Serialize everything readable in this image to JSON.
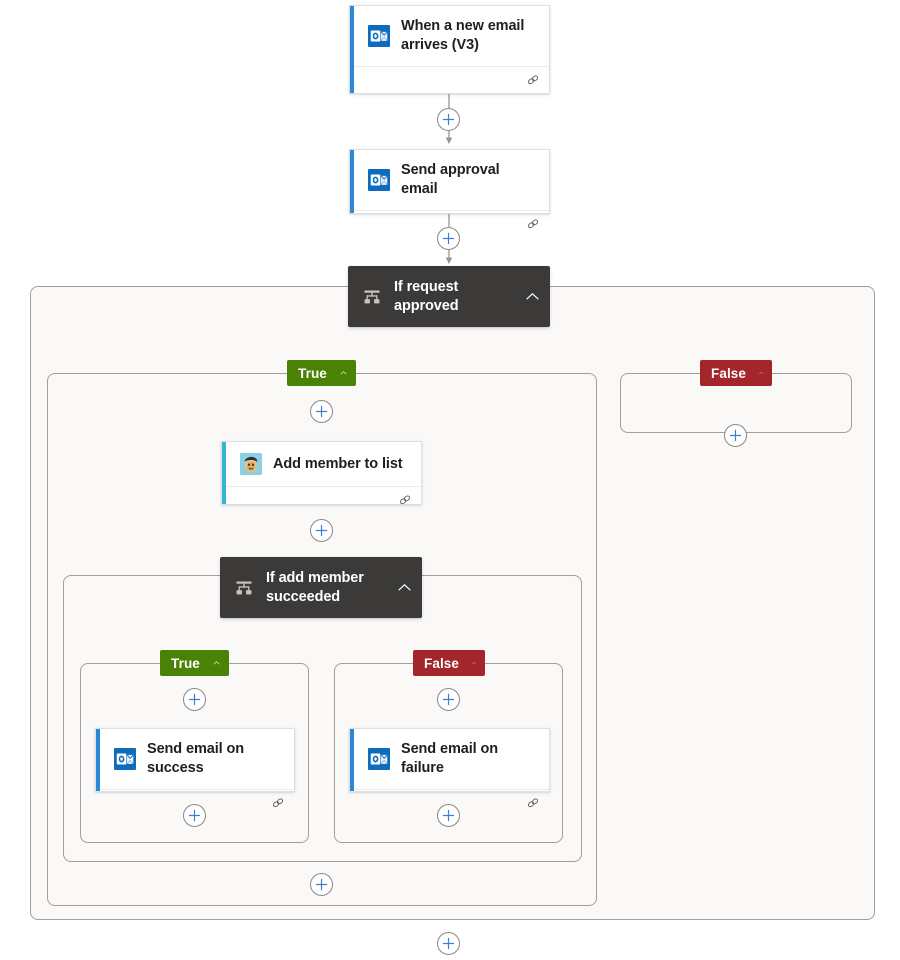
{
  "flow": {
    "title": "Approval flow designer canvas",
    "colors": {
      "outlook_blue": "#0f6cbd",
      "card_accent_blue": "#2b88d8",
      "mailchimp_accent": "#35b4d4",
      "true_green": "#498205",
      "false_red": "#a4262c",
      "condition_dark": "#3b3a39",
      "scope_fill": "#faf9f8",
      "scope_border": "#a19f9d",
      "connector_gray": "#979593",
      "plus_blue": "#3b7fd4"
    },
    "nodes": {
      "trigger": {
        "title": "When a new email arrives (V3)",
        "icon": "outlook-icon",
        "footer_icon": "link-icon"
      },
      "send_approval": {
        "title": "Send approval email",
        "icon": "outlook-icon",
        "footer_icon": "link-icon"
      },
      "if_request_approved": {
        "title": "If request approved",
        "icon": "condition-icon",
        "chevron": "chevron-up-icon"
      },
      "add_member": {
        "title": "Add member to list",
        "icon": "mailchimp-icon",
        "footer_icon": "link-icon"
      },
      "if_add_member_succeeded": {
        "title": "If add member succeeded",
        "icon": "condition-icon",
        "chevron": "chevron-up-icon"
      },
      "send_success": {
        "title": "Send email on success",
        "icon": "outlook-icon",
        "footer_icon": "link-icon"
      },
      "send_failure": {
        "title": "Send email on failure",
        "icon": "outlook-icon",
        "footer_icon": "link-icon"
      }
    },
    "branches": {
      "outer_true": {
        "label": "True",
        "chevron": "chevron-up-icon"
      },
      "outer_false": {
        "label": "False",
        "chevron": "chevron-up-icon"
      },
      "inner_true": {
        "label": "True",
        "chevron": "chevron-up-icon"
      },
      "inner_false": {
        "label": "False",
        "chevron": "chevron-up-icon"
      }
    },
    "add_buttons": [
      {
        "id": "add-after-trigger",
        "label": "+"
      },
      {
        "id": "add-after-send-approval",
        "label": "+"
      },
      {
        "id": "add-in-false-branch",
        "label": "+"
      },
      {
        "id": "add-before-add-member",
        "label": "+"
      },
      {
        "id": "add-after-add-member",
        "label": "+"
      },
      {
        "id": "add-before-send-success",
        "label": "+"
      },
      {
        "id": "add-before-send-failure",
        "label": "+"
      },
      {
        "id": "add-after-send-success",
        "label": "+"
      },
      {
        "id": "add-after-send-failure",
        "label": "+"
      },
      {
        "id": "add-after-inner-condition",
        "label": "+"
      },
      {
        "id": "add-after-outer-condition",
        "label": "+"
      }
    ]
  }
}
